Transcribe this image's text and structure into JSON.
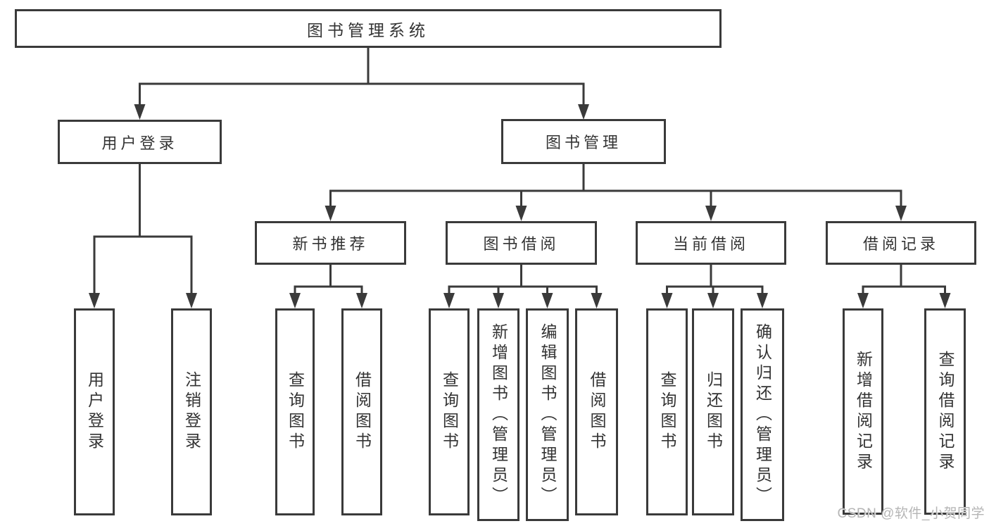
{
  "colors": {
    "line": "#3a3a3a",
    "box_border": "#3a3a3a",
    "box_fill": "#ffffff",
    "text": "#333333",
    "watermark": "#b5b5b5",
    "background": "#ffffff"
  },
  "diagram": {
    "type": "hierarchy-tree",
    "root": {
      "label": "图书管理系统"
    },
    "level2": [
      {
        "label": "用户登录",
        "parent": "图书管理系统"
      },
      {
        "label": "图书管理",
        "parent": "图书管理系统"
      }
    ],
    "level3": [
      {
        "label": "新书推荐",
        "parent": "图书管理"
      },
      {
        "label": "图书借阅",
        "parent": "图书管理"
      },
      {
        "label": "当前借阅",
        "parent": "图书管理"
      },
      {
        "label": "借阅记录",
        "parent": "图书管理"
      }
    ],
    "leaves": [
      {
        "label": "用户登录",
        "parent": "用户登录"
      },
      {
        "label": "注销登录",
        "parent": "用户登录"
      },
      {
        "label": "查询图书",
        "parent": "新书推荐"
      },
      {
        "label": "借阅图书",
        "parent": "新书推荐"
      },
      {
        "label": "查询图书",
        "parent": "图书借阅"
      },
      {
        "label": "新增图书（管理员）",
        "parent": "图书借阅"
      },
      {
        "label": "编辑图书（管理员）",
        "parent": "图书借阅"
      },
      {
        "label": "借阅图书",
        "parent": "图书借阅"
      },
      {
        "label": "查询图书",
        "parent": "当前借阅"
      },
      {
        "label": "归还图书",
        "parent": "当前借阅"
      },
      {
        "label": "确认归还（管理员）",
        "parent": "当前借阅"
      },
      {
        "label": "新增借阅记录",
        "parent": "借阅记录"
      },
      {
        "label": "查询借阅记录",
        "parent": "借阅记录"
      }
    ]
  },
  "watermark": {
    "text": "CSDN @软件_小贺同学"
  }
}
